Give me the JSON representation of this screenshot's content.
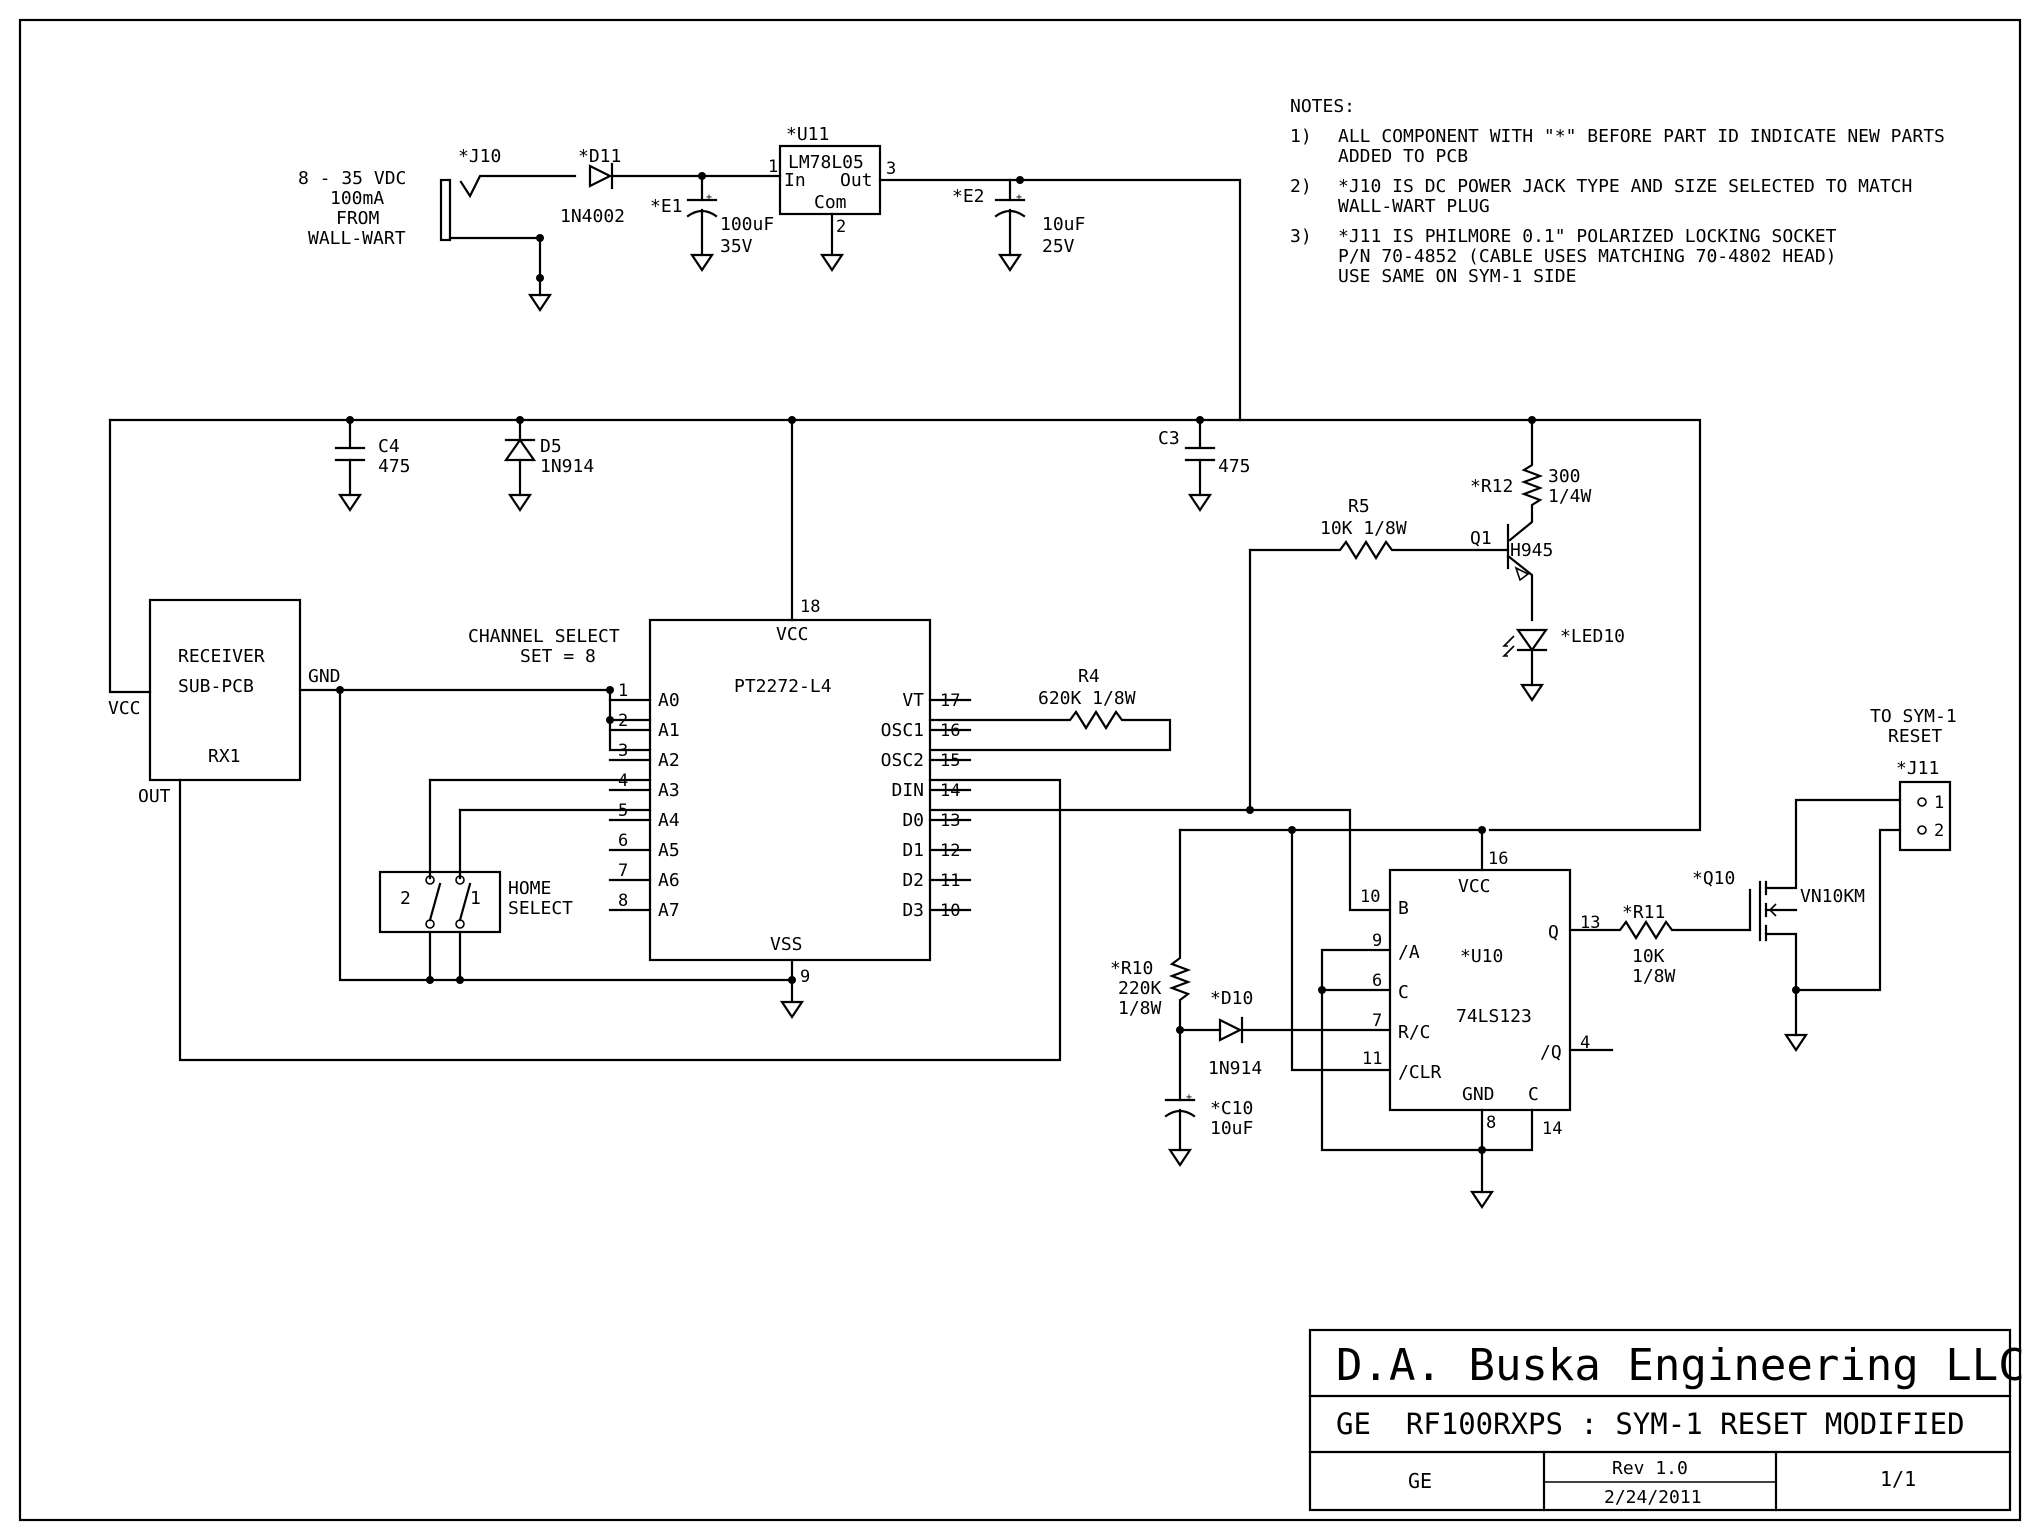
{
  "notes": {
    "title": "NOTES:",
    "n1_num": "1)",
    "n1_l1": "ALL COMPONENT WITH \"*\" BEFORE PART ID INDICATE NEW PARTS",
    "n1_l2": "ADDED TO PCB",
    "n2_num": "2)",
    "n2_l1": "*J10 IS DC POWER JACK TYPE AND SIZE SELECTED TO MATCH",
    "n2_l2": "WALL-WART PLUG",
    "n3_num": "3)",
    "n3_l1": "*J11 IS PHILMORE 0.1\" POLARIZED LOCKING SOCKET",
    "n3_l2": "P/N 70-4852 (CABLE USES MATCHING 70-4802 HEAD)",
    "n3_l3": "USE SAME ON SYM-1 SIDE"
  },
  "power_in": {
    "v": "8 - 35 VDC",
    "i": "100mA",
    "from": "FROM",
    "src": "WALL-WART"
  },
  "parts": {
    "j10": "*J10",
    "d11": "*D11",
    "d11_val": "1N4002",
    "e1": "*E1",
    "e1_val1": "100uF",
    "e1_val2": "35V",
    "u11": "*U11",
    "u11_name": "LM78L05",
    "u11_in": "In",
    "u11_out": "Out",
    "u11_com": "Com",
    "u11_p1": "1",
    "u11_p2": "2",
    "u11_p3": "3",
    "e2": "*E2",
    "e2_val1": "10uF",
    "e2_val2": "25V",
    "c4": "C4",
    "c4_val": "475",
    "d5": "D5",
    "d5_val": "1N914",
    "c3": "C3",
    "c3_val": "475",
    "r12": "*R12",
    "r12_val1": "300",
    "r12_val2": "1/4W",
    "r5": "R5",
    "r5_val": "10K 1/8W",
    "q1": "Q1",
    "q1_val": "H945",
    "led10": "*LED10",
    "r4": "R4",
    "r4_val": "620K 1/8W",
    "channel1": "CHANNEL SELECT",
    "channel2": "SET = 8",
    "home1": "HOME",
    "home2": "SELECT",
    "sw_2": "2",
    "sw_1": "1",
    "to_sym1": "TO SYM-1",
    "to_sym2": "RESET",
    "j11": "*J11",
    "j11_p1": "1",
    "j11_p2": "2",
    "q10": "*Q10",
    "q10_val": "VN10KM",
    "r11": "*R11",
    "r11_val1": "10K",
    "r11_val2": "1/8W",
    "r10": "*R10",
    "r10_val1": "220K",
    "r10_val2": "1/8W",
    "d10": "*D10",
    "d10_val": "1N914",
    "c10": "*C10",
    "c10_val": "10uF"
  },
  "receiver": {
    "l1": "RECEIVER",
    "l2": "SUB-PCB",
    "ref": "RX1",
    "gnd": "GND",
    "vcc": "VCC",
    "out": "OUT"
  },
  "pt2272": {
    "name": "PT2272-L4",
    "vcc": "VCC",
    "vss": "VSS",
    "p18": "18",
    "p9": "9",
    "left_pins": [
      {
        "num": "1",
        "name": "A0"
      },
      {
        "num": "2",
        "name": "A1"
      },
      {
        "num": "3",
        "name": "A2"
      },
      {
        "num": "4",
        "name": "A3"
      },
      {
        "num": "5",
        "name": "A4"
      },
      {
        "num": "6",
        "name": "A5"
      },
      {
        "num": "7",
        "name": "A6"
      },
      {
        "num": "8",
        "name": "A7"
      }
    ],
    "right_pins": [
      {
        "num": "17",
        "name": "VT"
      },
      {
        "num": "16",
        "name": "OSC1"
      },
      {
        "num": "15",
        "name": "OSC2"
      },
      {
        "num": "14",
        "name": "DIN"
      },
      {
        "num": "13",
        "name": "D0"
      },
      {
        "num": "12",
        "name": "D1"
      },
      {
        "num": "11",
        "name": "D2"
      },
      {
        "num": "10",
        "name": "D3"
      }
    ]
  },
  "u10": {
    "ref": "*U10",
    "name": "74LS123",
    "vcc": "VCC",
    "gnd": "GND",
    "c": "C",
    "b": "B",
    "na": "/A",
    "cc": "C",
    "rc": "R/C",
    "clr": "/CLR",
    "q": "Q",
    "nq": "/Q",
    "p16": "16",
    "p10": "10",
    "p9": "9",
    "p6": "6",
    "p7": "7",
    "p11": "11",
    "p13": "13",
    "p4": "4",
    "p8": "8",
    "p14": "14"
  },
  "title_block": {
    "company": "D.A. Buska Engineering LLC",
    "project": "GE  RF100RXPS : SYM-1 RESET MODIFIED",
    "client": "GE",
    "rev": "Rev 1.0",
    "date": "2/24/2011",
    "sheet": "1/1"
  }
}
